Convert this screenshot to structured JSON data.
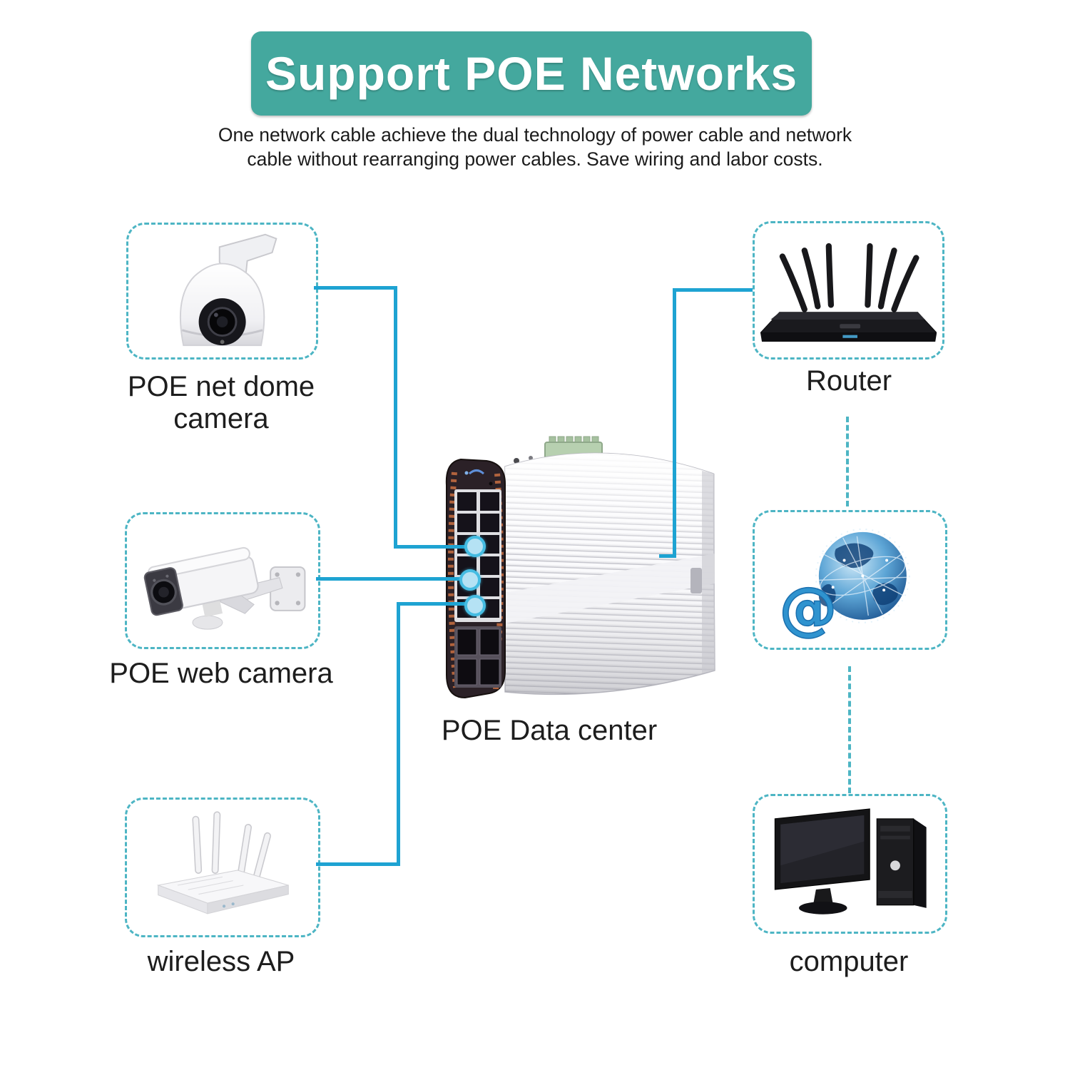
{
  "header": {
    "title": "Support POE Networks",
    "subtitle_line1": "One network cable achieve the dual technology of power cable and network",
    "subtitle_line2": "cable without rearranging power cables. Save wiring and labor costs."
  },
  "devices": {
    "dome_camera": {
      "label": "POE net dome camera"
    },
    "web_camera": {
      "label": "POE web camera"
    },
    "wireless_ap": {
      "label": "wireless AP"
    },
    "router": {
      "label": "Router"
    },
    "internet": {
      "symbol": "@"
    },
    "computer": {
      "label": "computer"
    },
    "poe_switch": {
      "label": "POE Data center"
    }
  },
  "colors": {
    "banner": "#44a89e",
    "cable": "#1ea3d2",
    "dashed_border": "#4db5c4",
    "port_dot": "#b5e2f4"
  }
}
